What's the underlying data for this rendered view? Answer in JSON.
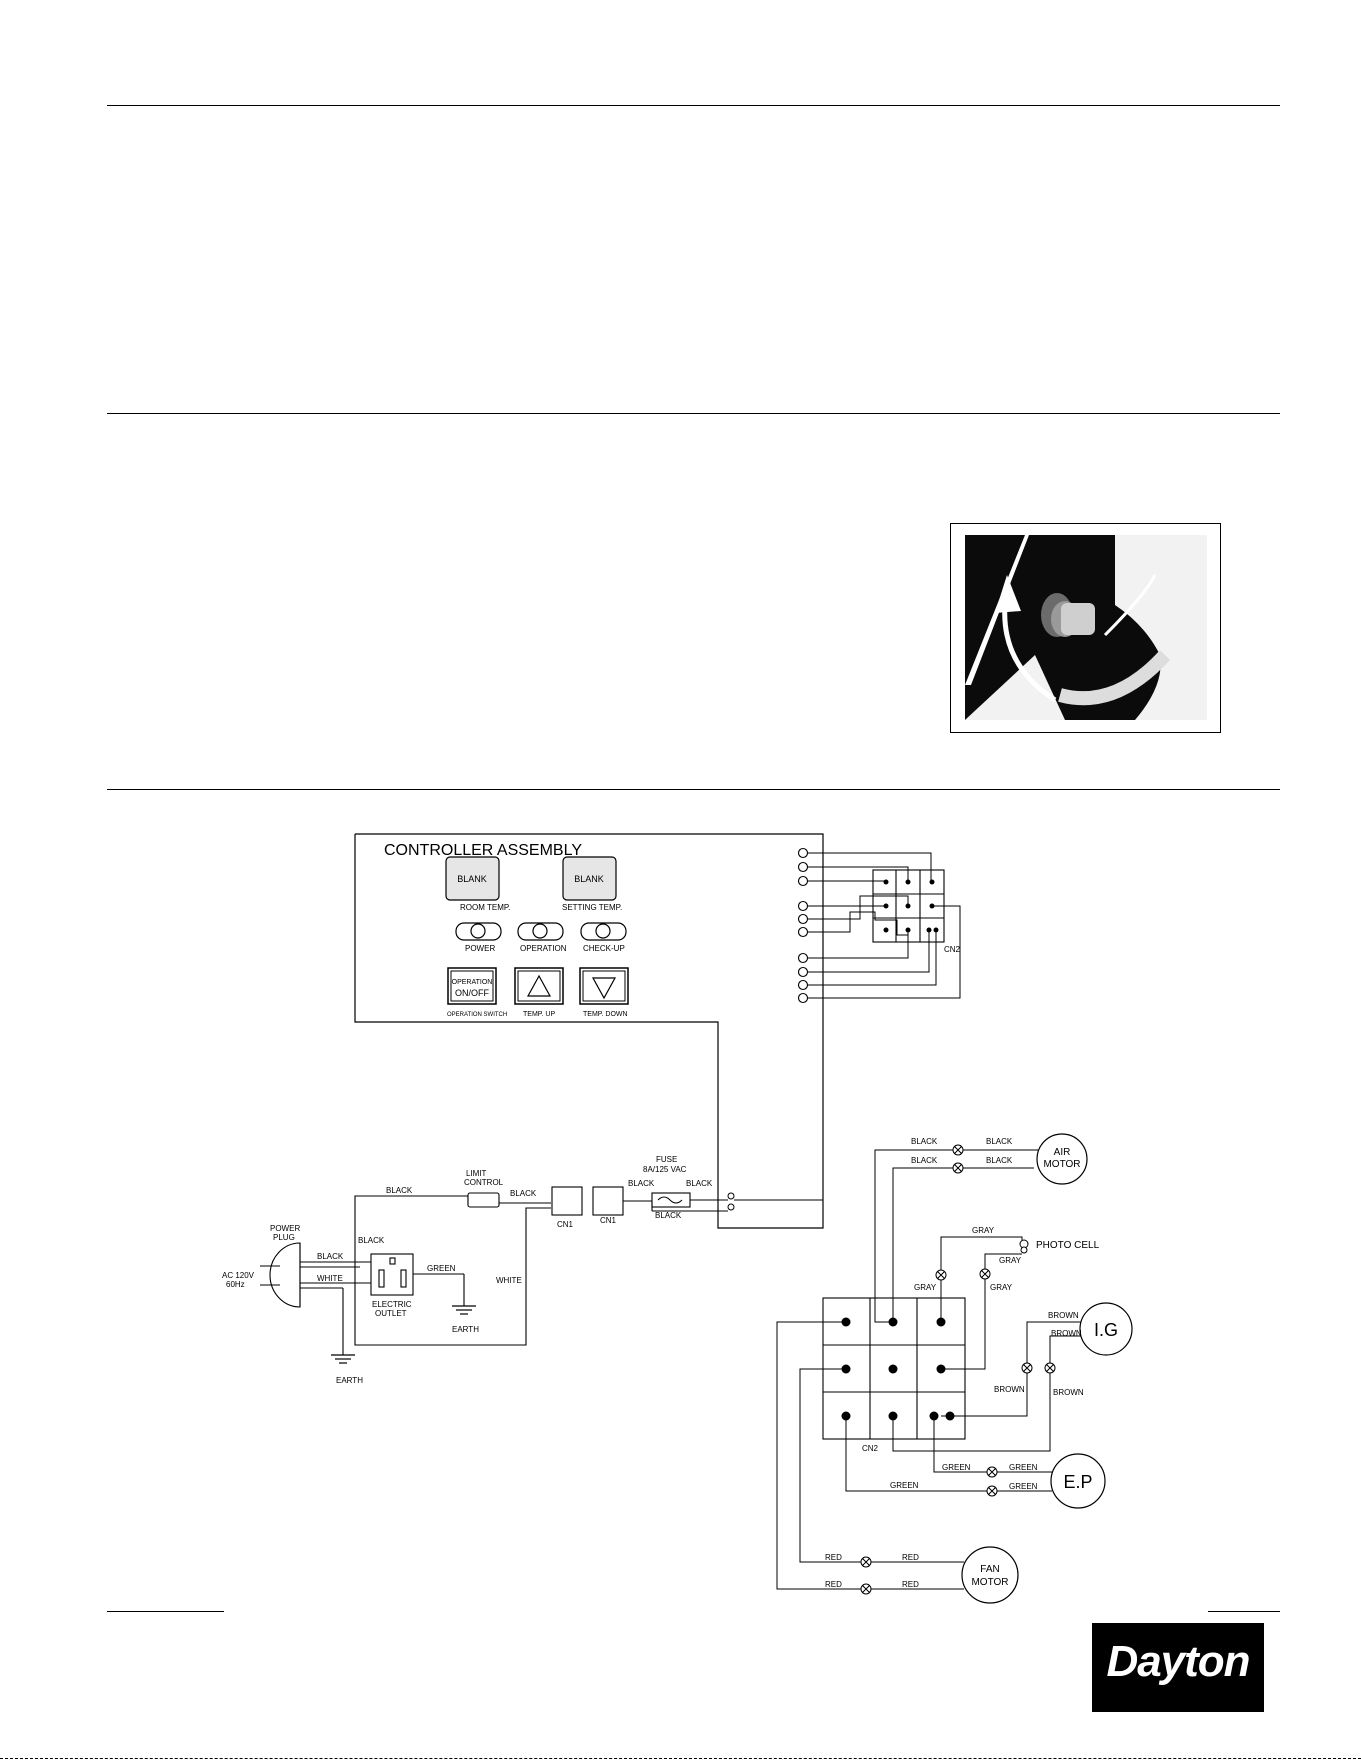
{
  "controller": {
    "title": "CONTROLLER ASSEMBLY",
    "display_left": "BLANK",
    "display_left_label": "ROOM TEMP.",
    "display_right": "BLANK",
    "display_right_label": "SETTING TEMP.",
    "lamp_power": "POWER",
    "lamp_operation": "OPERATION",
    "lamp_checkup": "CHECK-UP",
    "btn_operation_line1": "OPERATION",
    "btn_operation_line2": "ON/OFF",
    "btn_operation_label": "OPERATION SWITCH",
    "btn_up_label": "TEMP. UP",
    "btn_down_label": "TEMP. DOWN"
  },
  "connectors": {
    "cn2_small": "CN2",
    "cn2_large": "CN2",
    "cn1_left": "CN1",
    "cn1_right": "CN1"
  },
  "power_side": {
    "power_plug_line1": "POWER",
    "power_plug_line2": "PLUG",
    "ac_line1": "AC 120V",
    "ac_line2": "60Hz",
    "wire_black_plug": "BLACK",
    "wire_white_plug": "WHITE",
    "wire_black_outlet": "BLACK",
    "outlet_line1": "ELECTRIC",
    "outlet_line2": "OUTLET",
    "wire_green": "GREEN",
    "earth_outlet": "EARTH",
    "earth_plug": "EARTH",
    "wire_white_main": "WHITE",
    "wire_black_top": "BLACK",
    "limit_line1": "LIMIT",
    "limit_line2": "CONTROL",
    "wire_black_limit": "BLACK",
    "fuse_line1": "FUSE",
    "fuse_line2": "8A/125 VAC",
    "fuse_black_left": "BLACK",
    "fuse_black_right": "BLACK",
    "fuse_black_bottom": "BLACK"
  },
  "loads": {
    "air_motor_line1": "AIR",
    "air_motor_line2": "MOTOR",
    "air_black_1a": "BLACK",
    "air_black_1b": "BLACK",
    "air_black_2a": "BLACK",
    "air_black_2b": "BLACK",
    "photo_cell": "PHOTO CELL",
    "gray_1": "GRAY",
    "gray_2": "GRAY",
    "gray_3": "GRAY",
    "gray_4": "GRAY",
    "ig": "I.G",
    "brown_1": "BROWN",
    "brown_2": "BROWN",
    "brown_3": "BROWN",
    "brown_4": "BROWN",
    "ep": "E.P",
    "green_1": "GREEN",
    "green_2": "GREEN",
    "green_3": "GREEN",
    "green_4": "GREEN",
    "fan_line1": "FAN",
    "fan_line2": "MOTOR",
    "red_1": "RED",
    "red_2": "RED",
    "red_3": "RED",
    "red_4": "RED"
  },
  "brand": {
    "logo": "Dayton"
  },
  "icons": [
    "photo-knob-arrow",
    "fuse-symbol",
    "earth-ground-icon",
    "triangle-up-icon",
    "triangle-down-icon",
    "wire-connector-x"
  ]
}
